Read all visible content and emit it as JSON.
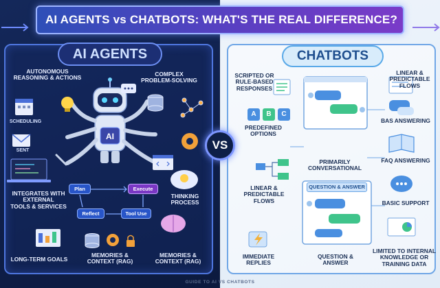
{
  "banner": {
    "title": "AI AGENTS vs CHATBOTS: WHAT'S THE REAL DIFFERENCE?"
  },
  "vs_label": "VS",
  "left": {
    "title": "AI AGENTS",
    "labels": {
      "autonomous": "AUTONOMOUS\nREASONING & ACTIONS",
      "complex": "COMPLEX\nPROBLEM-SOLVING",
      "scheduling": "SCHEDULING",
      "sent": "SENT",
      "integrates": "INTEGRATES WITH\nEXTERNAL\nTOOLS & SERVICES",
      "thinking": "THINKING\nPROCESS",
      "long_term": "LONG-TERM GOALS",
      "memories_center": "MEMORIES &\nCONTEXT (RAG)",
      "memories_right": "MEMORIES &\nCONTEXT (RAG)",
      "robot_chest": "AI"
    },
    "loop": {
      "plan": "Plan",
      "execute": "Execute",
      "reflect": "Reflect",
      "tool_use": "Tool Use"
    }
  },
  "right": {
    "title": "CHATBOTS",
    "labels": {
      "scripted": "SCRIPTED OR\nRULE-BASED\nRESPONSES",
      "predefined": "PREDEFINED\nOPTIONS",
      "linear_left": "LINEAR &\nPREDICTABLE\nFLOWS",
      "immediate": "IMMEDIATE\nREPLIES",
      "primarily": "PRIMARILY\nCONVERSATIONAL",
      "question_answer": "QUESTION &\nANSWER",
      "linear_top": "LINEAR &\nPREDICTABLE\nFLOWS",
      "bas_answering": "BAS ANSWERING",
      "faq": "FAQ ANSWERING",
      "basic_support": "BASIC SUPPORT",
      "limited": "LIMITED TO INTERNAL\nKNOWLEDGE OR\nTRAINING DATA"
    },
    "qa_tag": "QUESTION & ANSWER",
    "options": [
      "A",
      "B",
      "C"
    ]
  },
  "footer": "GUIDE TO AI VS CHATBOTS",
  "colors": {
    "left_bg": "#0f1f4a",
    "right_bg": "#e8f0f9",
    "accent_blue": "#4f77e0",
    "accent_purple": "#7a37c4",
    "chat_green": "#3fc48b",
    "chat_blue": "#4a8fe0"
  }
}
